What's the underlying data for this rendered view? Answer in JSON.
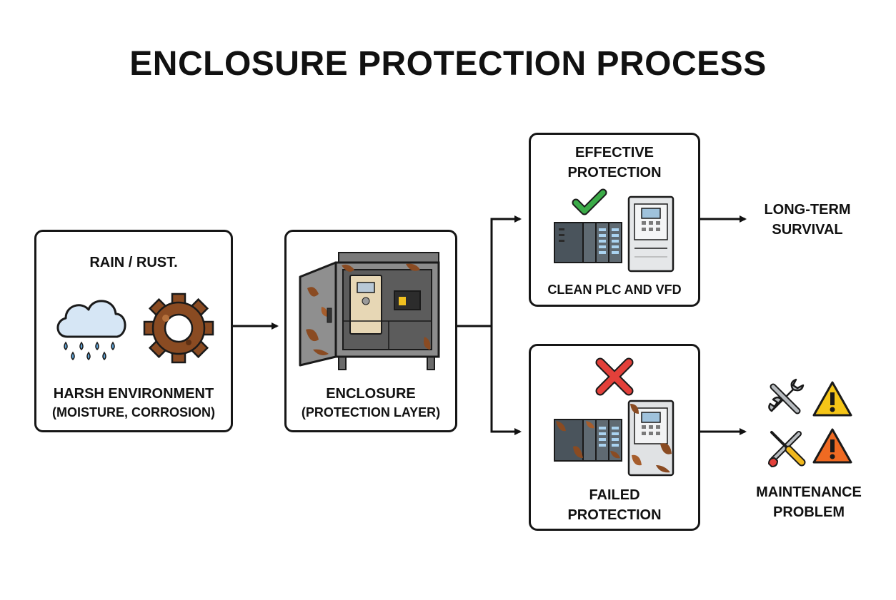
{
  "title": "ENCLOSURE PROTECTION PROCESS",
  "nodes": {
    "environment": {
      "heading": "RAIN / RUST.",
      "label": "HARSH ENVIRONMENT",
      "sublabel": "(MOISTURE, CORROSION)",
      "icons": [
        "rain-cloud-icon",
        "rusty-gear-icon"
      ]
    },
    "enclosure": {
      "label": "ENCLOSURE",
      "sublabel": "(PROTECTION LAYER)",
      "icons": [
        "rusty-cabinet-icon"
      ]
    },
    "effective": {
      "label_line1": "EFFECTIVE",
      "label_line2": "PROTECTION",
      "caption": "CLEAN PLC AND VFD",
      "icons": [
        "check-mark-icon",
        "plc-icon",
        "vfd-icon"
      ]
    },
    "failed": {
      "label_line1": "FAILED",
      "label_line2": "PROTECTION",
      "icons": [
        "cross-mark-icon",
        "rusty-plc-icon",
        "rusty-vfd-icon"
      ]
    }
  },
  "outcomes": {
    "success": {
      "line1": "LONG-TERM",
      "line2": "SURVIVAL"
    },
    "failure": {
      "line1": "MAINTENANCE",
      "line2": "PROBLEM",
      "icons": [
        "wrench-screwdriver-icon",
        "warning-yellow-icon",
        "tools-icon",
        "warning-orange-icon"
      ]
    }
  },
  "colors": {
    "check": "#3bab48",
    "cross": "#e3403a",
    "rust": "#8a4b22",
    "warning_yellow": "#f5c518",
    "warning_orange": "#ef6a22",
    "rain": "#5fa3d6"
  }
}
